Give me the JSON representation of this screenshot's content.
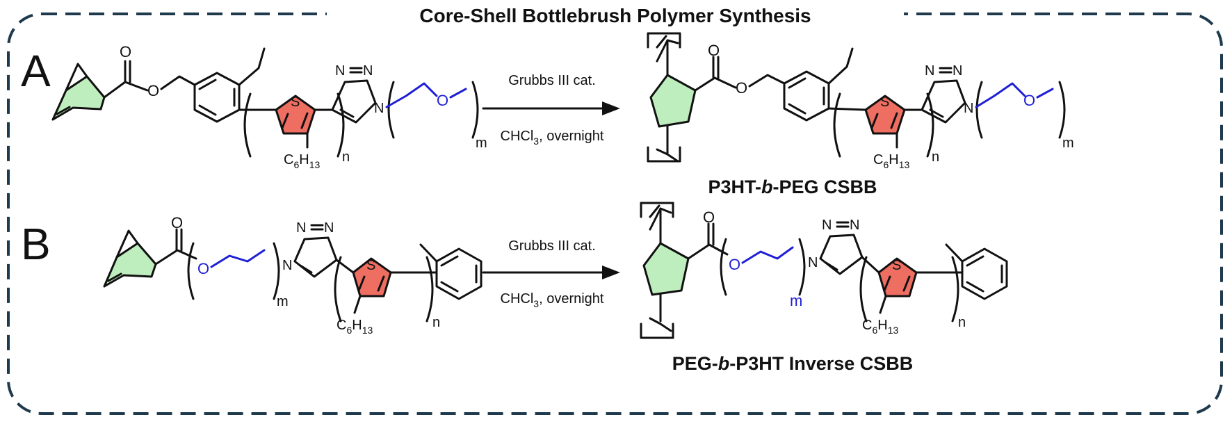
{
  "title": "Core-Shell Bottlebrush Polymer Synthesis",
  "panels": [
    {
      "letter": "A",
      "reagent": "Grubbs III cat.",
      "conditions": {
        "solvent_prefix": "CHCl",
        "solvent_sub": "3",
        "suffix": ", overnight"
      },
      "product_name": {
        "pre": "P3HT-",
        "italic": "b",
        "post": "-PEG CSBB"
      }
    },
    {
      "letter": "B",
      "reagent": "Grubbs III cat.",
      "conditions": {
        "solvent_prefix": "CHCl",
        "solvent_sub": "3",
        "suffix": ", overnight"
      },
      "product_name": {
        "pre": "PEG-",
        "italic": "b",
        "post": "-P3HT Inverse CSBB"
      }
    }
  ],
  "atoms": {
    "oxygen": "O",
    "sulfur": "S",
    "nitrogen": "N",
    "hexyl_c": "C",
    "hexyl_c_sub": "6",
    "hexyl_h": "H",
    "hexyl_h_sub": "13"
  },
  "repeat_labels": {
    "thiophene": "n",
    "peg": "m"
  },
  "colors": {
    "border": "#1f3a4d",
    "norbornene": "#bfeebe",
    "thiophene": "#ee6e62",
    "peg": "#1f1fd6",
    "text": "#111111"
  }
}
